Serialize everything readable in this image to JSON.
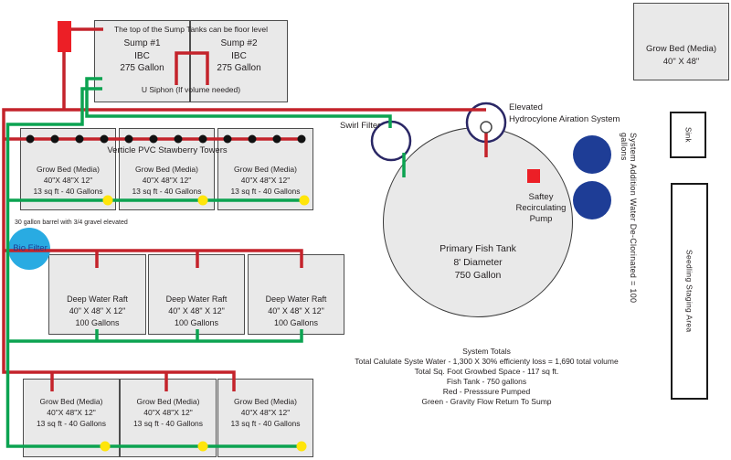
{
  "colors": {
    "red_line": "#c4232b",
    "red_fill": "#ec1f26",
    "green_line": "#0ca351",
    "yellow_dot": "#ffe50a",
    "navy_outline": "#2a2765",
    "blue_circle_fill": "#1e3d96",
    "biofilter_fill": "#29abe2",
    "biofilter_text": "#1c3c94",
    "box_fill": "#e9e9e9"
  },
  "sump_area": {
    "note": "The top of the Sump Tanks can be floor level",
    "sump1": {
      "lines": [
        "Sump #1",
        "IBC",
        "275 Gallon"
      ]
    },
    "sump2": {
      "lines": [
        "Sump #2",
        "IBC",
        "275 Gallon"
      ]
    },
    "u_siphon": "U Siphon (If volume needed)"
  },
  "top_beds": {
    "towers_label": "Verticle PVC Stawberry Towers",
    "beds": [
      {
        "lines": [
          "Grow Bed (Media)",
          "40\"X 48\"X 12\"",
          "13 sq ft - 40 Gallons"
        ]
      },
      {
        "lines": [
          "Grow Bed (Media)",
          "40\"X 48\"X 12\"",
          "13 sq ft - 40 Gallons"
        ]
      },
      {
        "lines": [
          "Grow Bed (Media)",
          "40\"X 48\"X 12\"",
          "13 sq ft - 40 Gallons"
        ]
      }
    ]
  },
  "biofilter": {
    "note": "30 gallon barrel with 3/4 gravel elevated",
    "label": "Bio Filter"
  },
  "rafts": [
    {
      "lines": [
        "Deep Water Raft",
        "40\" X 48\" X 12\"",
        "100 Gallons"
      ]
    },
    {
      "lines": [
        "Deep Water Raft",
        "40\" X 48\" X 12\"",
        "100 Gallons"
      ]
    },
    {
      "lines": [
        "Deep Water Raft",
        "40\" X 48\" X 12\"",
        "100 Gallons"
      ]
    }
  ],
  "bottom_beds": [
    {
      "lines": [
        "Grow Bed (Media)",
        "40\"X 48\"X 12\"",
        "13 sq ft - 40 Gallons"
      ]
    },
    {
      "lines": [
        "Grow Bed (Media)",
        "40\"X 48\"X 12\"",
        "13 sq ft - 40 Gallons"
      ]
    },
    {
      "lines": [
        "Grow Bed (Media)",
        "40\"X 48\"X 12\"",
        "13 sq ft - 40 Gallons"
      ]
    }
  ],
  "tank": {
    "lines": [
      "Primary Fish Tank",
      "8' Diameter",
      "750 Gallon"
    ]
  },
  "swirl_filter_label": "Swirl Filter",
  "hydrocyclone": {
    "lines": [
      "Elevated",
      "Hydrocylone Airation System"
    ]
  },
  "safety_pump": {
    "lines": [
      "Saftey",
      "Recirculating",
      "Pump"
    ]
  },
  "water_addition_label": "System Addition Water De-Clorinated = 100 gallons",
  "right_column": {
    "grow_bed": {
      "lines": [
        "Grow Bed (Media)",
        "40\" X 48\""
      ]
    },
    "sink": "Sink",
    "seedling": "Seedling Staging Area"
  },
  "totals": {
    "lines": [
      "System Totals",
      "Total Calulate Syste Water - 1,300 X 30% efficienty loss = 1,690 total volume",
      "Total Sq. Foot Growbed Space - 117 sq ft.",
      "Fish Tank - 750 gallons",
      "Red - Presssure Pumped",
      "Green - Gravity Flow Return To Sump"
    ]
  }
}
